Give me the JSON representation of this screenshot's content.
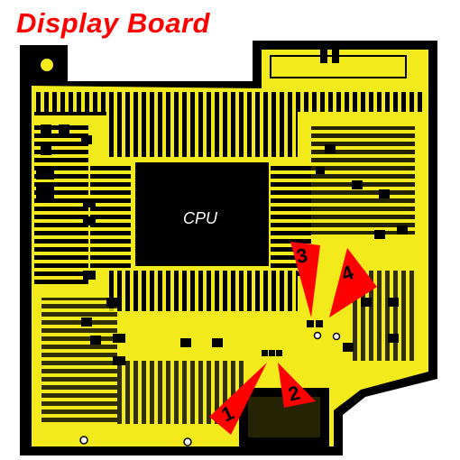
{
  "title": "Display Board",
  "cpu_label": "CPU",
  "markers": [
    {
      "label": "1"
    },
    {
      "label": "2"
    },
    {
      "label": "3"
    },
    {
      "label": "4"
    }
  ],
  "colors": {
    "board": "#f2ea1a",
    "mask": "#000000",
    "title": "#ff0000",
    "marker": "#ff0000"
  }
}
